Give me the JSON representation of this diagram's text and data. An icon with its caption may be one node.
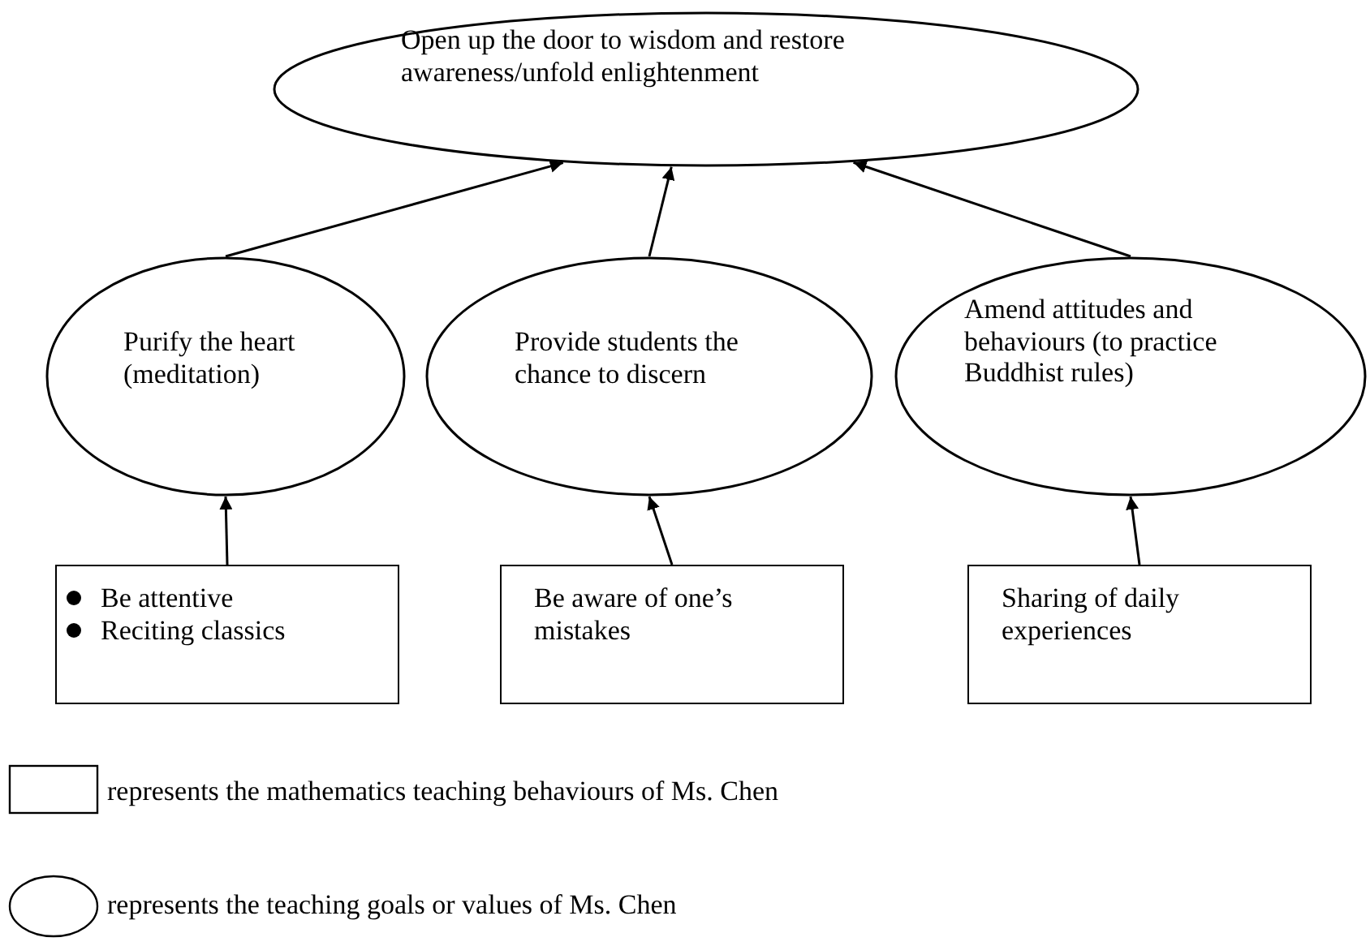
{
  "diagram": {
    "nodes": [
      {
        "text": [
          "Open up the door to wisdom and restore awareness/unfold enlightenment"
        ]
      },
      {
        "text": [
          "Purify the heart (meditation)"
        ]
      },
      {
        "text": [
          "Provide students the chance to discern"
        ]
      },
      {
        "text": [
          "Amend attitudes and behaviours (to practice Buddhist rules)"
        ]
      },
      {
        "text": [
          "Be attentive",
          "Reciting classics"
        ]
      },
      {
        "text": [
          "Be aware of one’s mistakes"
        ]
      },
      {
        "text": [
          "Sharing of daily experiences"
        ]
      }
    ],
    "edges": [
      {
        "from": 1,
        "to": 0,
        "arrow": "to"
      },
      {
        "from": 2,
        "to": 0,
        "arrow": "to"
      },
      {
        "from": 3,
        "to": 0,
        "arrow": "to"
      },
      {
        "from": 4,
        "to": 1,
        "arrow": "to"
      },
      {
        "from": 5,
        "to": 2,
        "arrow": "to"
      },
      {
        "from": 6,
        "to": 3,
        "arrow": "to"
      }
    ],
    "legend": [
      {
        "text": "represents the mathematics teaching behaviours of Ms. Chen"
      },
      {
        "text": "represents the teaching goals or values of Ms. Chen"
      }
    ]
  }
}
